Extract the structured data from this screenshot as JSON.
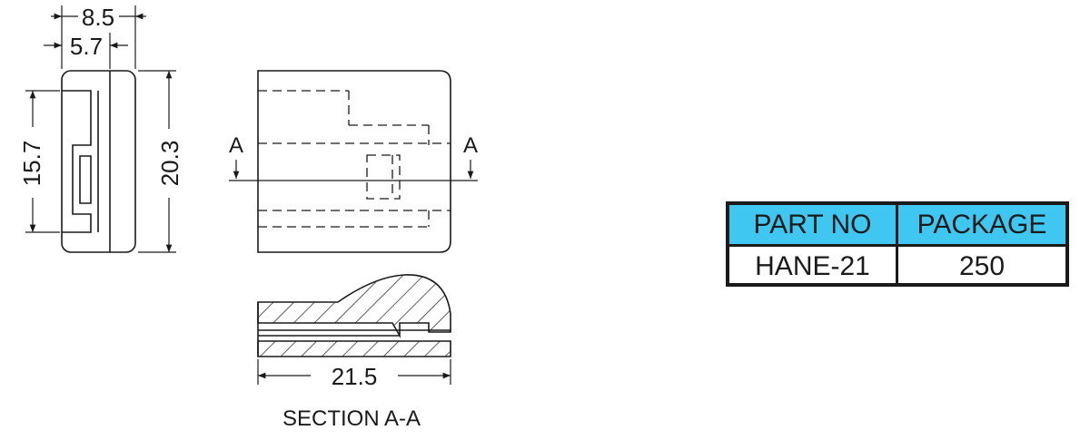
{
  "dimensions": {
    "overall_thickness": "8.5",
    "inner_thickness": "5.7",
    "inner_height": "15.7",
    "overall_height": "20.3",
    "length": "21.5"
  },
  "section_marker": "A",
  "section_title": "SECTION A-A",
  "table": {
    "headers": [
      "PART NO",
      "PACKAGE"
    ],
    "rows": [
      [
        "HANE-21",
        "250"
      ]
    ],
    "header_color": "#3fc7f2"
  }
}
